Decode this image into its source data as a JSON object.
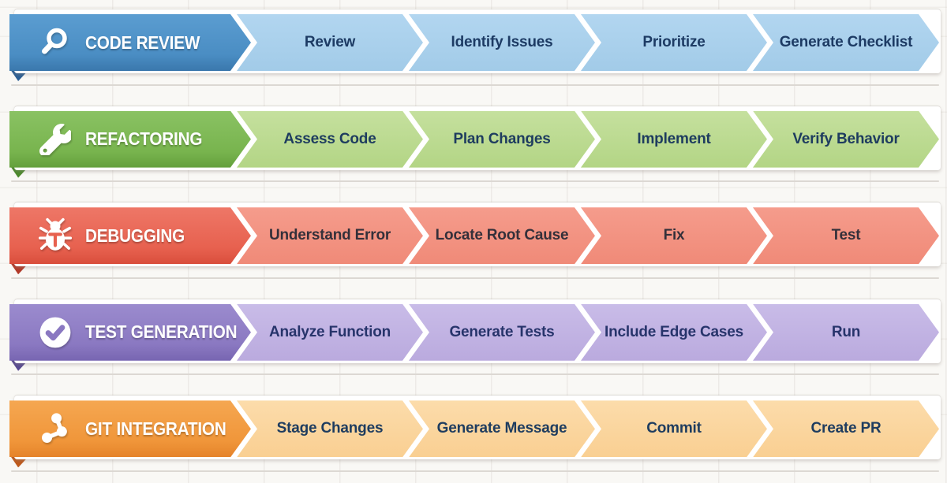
{
  "rows": [
    {
      "id": "code-review",
      "icon": "magnifier-icon",
      "label": "CODE REVIEW",
      "colors": {
        "h1": "#5b9dd1",
        "h2": "#4a8dc3",
        "h3": "#3a77ac",
        "fold": "#2b5f95",
        "s1": "#b2d6f0",
        "s2": "#a2cbe8",
        "stext": "#1d3b64"
      },
      "steps": [
        "Review",
        "Identify Issues",
        "Prioritize",
        "Generate Checklist"
      ]
    },
    {
      "id": "refactoring",
      "icon": "wrench-icon",
      "label": "REFACTORING",
      "colors": {
        "h1": "#8ac263",
        "h2": "#78b44e",
        "h3": "#63a03c",
        "fold": "#4b8a2c",
        "s1": "#c5e09e",
        "s2": "#b3d585",
        "stext": "#1e3c5f"
      },
      "steps": [
        "Assess Code",
        "Plan Changes",
        "Implement",
        "Verify Behavior"
      ]
    },
    {
      "id": "debugging",
      "icon": "bug-icon",
      "label": "DEBUGGING",
      "colors": {
        "h1": "#ee7767",
        "h2": "#e7614f",
        "h3": "#d94e3c",
        "fold": "#b23a29",
        "s1": "#f59c8c",
        "s2": "#f08a78",
        "stext": "#34303a"
      },
      "steps": [
        "Understand Error",
        "Locate Root Cause",
        "Fix",
        "Test"
      ]
    },
    {
      "id": "test-generation",
      "icon": "check-circle-icon",
      "label": "TEST GENERATION",
      "colors": {
        "h1": "#9b8bce",
        "h2": "#8a78c1",
        "h3": "#7765b1",
        "fold": "#584a92",
        "s1": "#c9bce8",
        "s2": "#baaade",
        "stext": "#27346b"
      },
      "steps": [
        "Analyze Function",
        "Generate Tests",
        "Include Edge Cases",
        "Run"
      ]
    },
    {
      "id": "git-integration",
      "icon": "git-branch-icon",
      "label": "GIT INTEGRATION",
      "colors": {
        "h1": "#f5a751",
        "h2": "#f0963a",
        "h3": "#e5832a",
        "fold": "#bf5a1c",
        "s1": "#fcdcab",
        "s2": "#f9cf92",
        "stext": "#1e3c5f"
      },
      "steps": [
        "Stage Changes",
        "Generate Message",
        "Commit",
        "Create PR"
      ]
    }
  ]
}
